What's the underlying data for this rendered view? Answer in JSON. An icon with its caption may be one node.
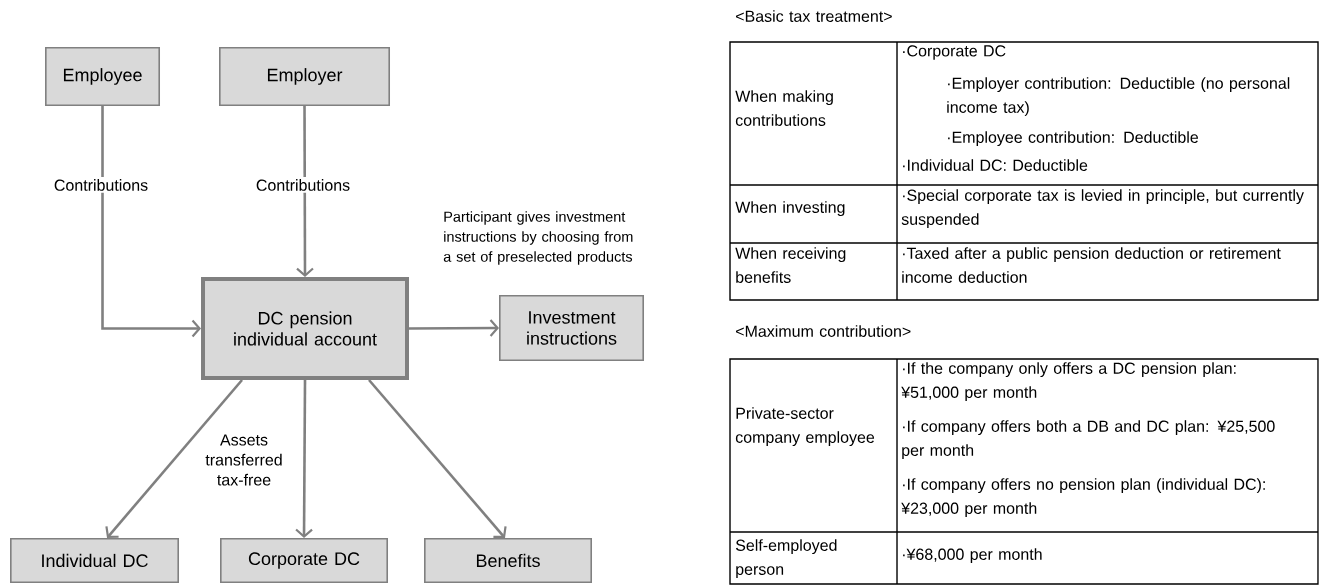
{
  "diagram": {
    "nodes": [
      {
        "text": [
          "Employee"
        ]
      },
      {
        "text": [
          "Employer"
        ]
      },
      {
        "text": [
          "DC pension individual account"
        ]
      },
      {
        "text": [
          "Investment instructions"
        ]
      },
      {
        "text": [
          "Individual DC"
        ]
      },
      {
        "text": [
          "Corporate DC"
        ]
      },
      {
        "text": [
          "Benefits"
        ]
      }
    ],
    "edges": [
      {
        "from": 0,
        "to": 2,
        "arrow": "to",
        "label": "Contributions"
      },
      {
        "from": 1,
        "to": 2,
        "arrow": "to",
        "label": "Contributions"
      },
      {
        "from": 2,
        "to": 3,
        "arrow": "to",
        "label": "Participant gives investment instructions by choosing from a set of preselected products"
      },
      {
        "from": 2,
        "to": 4,
        "arrow": "to",
        "label": "Assets transferred tax-free"
      },
      {
        "from": 2,
        "to": 5,
        "arrow": "to"
      },
      {
        "from": 2,
        "to": 6,
        "arrow": "to"
      }
    ],
    "labels": [
      "<Basic tax treatment>",
      "When making contributions",
      "·Corporate DC",
      "·Employer contribution: Deductible (no personal income tax)",
      "·Employee contribution: Deductible",
      "·Individual DC: Deductible",
      "When investing",
      "·Special corporate tax is levied in principle, but currently suspended",
      "When receiving benefits",
      "·Taxed after a public pension deduction or retirement income deduction",
      "<Maximum contribution>",
      "Private-sector company employee",
      "·If the company only offers a DC pension plan: ¥51,000 per month",
      "·If company offers both a DB and DC plan: ¥25,500 per month",
      "·If company offers no pension plan (individual DC): ¥23,000 per month",
      "Self-employed person",
      "·¥68,000 per month"
    ]
  }
}
